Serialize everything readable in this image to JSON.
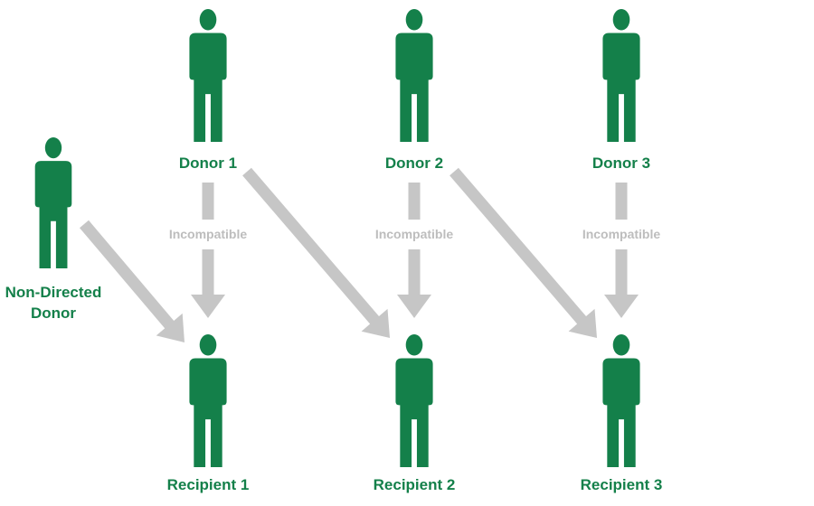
{
  "colors": {
    "person": "#14804a",
    "label": "#14804a",
    "arrow": "#c6c6c6",
    "incompatible_text": "#bdbdbd",
    "background": "#ffffff"
  },
  "icons": {
    "person": "person-icon",
    "arrow": "arrow-icon"
  },
  "non_directed_donor": {
    "label_line1": "Non-Directed",
    "label_line2": "Donor"
  },
  "donors": [
    {
      "label": "Donor 1"
    },
    {
      "label": "Donor 2"
    },
    {
      "label": "Donor 3"
    }
  ],
  "recipients": [
    {
      "label": "Recipient 1"
    },
    {
      "label": "Recipient 2"
    },
    {
      "label": "Recipient 3"
    }
  ],
  "incompatible_label": "Incompatible",
  "links": [
    {
      "from": "Non-Directed Donor",
      "to": "Recipient 1",
      "type": "compatible"
    },
    {
      "from": "Donor 1",
      "to": "Recipient 1",
      "type": "incompatible"
    },
    {
      "from": "Donor 1",
      "to": "Recipient 2",
      "type": "compatible"
    },
    {
      "from": "Donor 2",
      "to": "Recipient 2",
      "type": "incompatible"
    },
    {
      "from": "Donor 2",
      "to": "Recipient 3",
      "type": "compatible"
    },
    {
      "from": "Donor 3",
      "to": "Recipient 3",
      "type": "incompatible"
    }
  ]
}
